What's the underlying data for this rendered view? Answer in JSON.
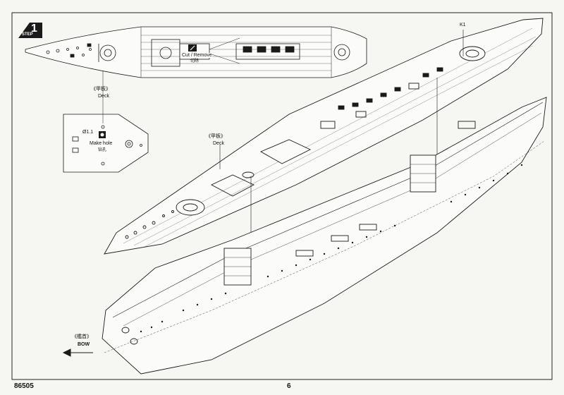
{
  "step": {
    "number": "1",
    "label": "STEP"
  },
  "callouts": {
    "cut_remove_en": "Cut / Remove",
    "cut_remove_cn": "切除",
    "deck_cn_top": "《甲板》",
    "deck_en_top": "Deck",
    "deck_cn_mid": "《甲板》",
    "deck_en_mid": "Deck",
    "diameter": "Ø1.1",
    "make_hole_en": "Make hole",
    "make_hole_cn": "钻孔",
    "part_k1": "K1",
    "bow_cn": "《艦首》",
    "bow_en": "BOW"
  },
  "footer": {
    "kit_number": "86505",
    "page_number": "6"
  },
  "colors": {
    "line": "#1a1a1a",
    "step_badge": "#1a1a1a",
    "paper": "#f6f6f3"
  },
  "icons": [
    "step-badge-icon",
    "cut-remove-icon",
    "make-hole-icon",
    "bow-arrow-icon"
  ]
}
